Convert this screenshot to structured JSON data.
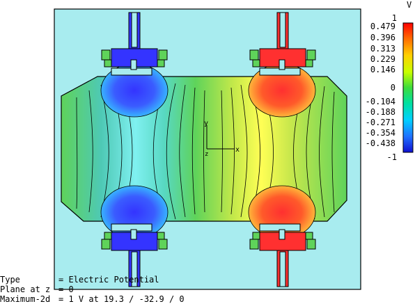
{
  "legend": {
    "unit": "V",
    "max_label": "1",
    "min_label": "-1",
    "ticks": [
      "0.479",
      "0.396",
      "0.313",
      "0.229",
      "0.146",
      "0",
      "-0.104",
      "-0.188",
      "-0.271",
      "-0.354",
      "-0.438"
    ]
  },
  "axes_glyph": {
    "y": "y",
    "x": "x",
    "z": "z"
  },
  "info": {
    "rows": [
      {
        "key": "Type",
        "value": "= Electric Potential"
      },
      {
        "key": "Plane at z",
        "value": "= 0"
      },
      {
        "key": "Maximum-2d",
        "value": "= 1 V at 19.3 / -32.9 / 0"
      }
    ]
  },
  "colors": {
    "background_region": "#a8ecef",
    "neutral": "#5fd35a",
    "positive": "#ff3333",
    "negative": "#3a3aff"
  }
}
